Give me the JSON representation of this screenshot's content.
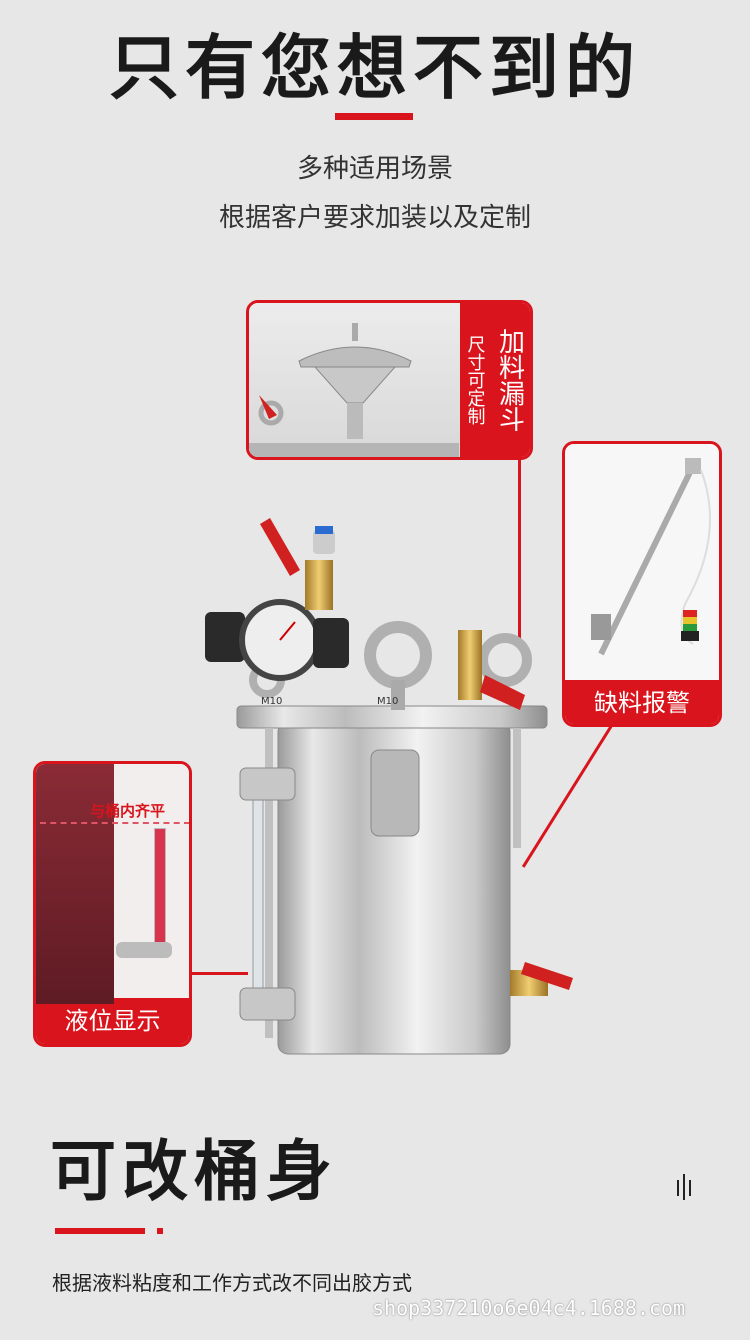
{
  "header": {
    "title": "只有您想不到的",
    "subtitle_line1": "多种适用场景",
    "subtitle_line2": "根据客户要求加装以及定制"
  },
  "callouts": {
    "funnel": {
      "label": "加料漏斗",
      "note": "尺寸可定制"
    },
    "alarm": {
      "label": "缺料报警"
    },
    "level": {
      "label": "液位显示",
      "inset_text": "与桶内齐平"
    }
  },
  "gauge_labels": {
    "left_nut": "M10",
    "center_nut": "M10"
  },
  "footer": {
    "title": "可改桶身",
    "description": "根据液料粘度和工作方式改不同出胶方式",
    "watermark": "shop337210o6e04c4.1688.com"
  },
  "colors": {
    "accent": "#d9141c",
    "background": "#e7e7e7"
  },
  "icons": {
    "scroll": "scroll-indicator-icon"
  }
}
